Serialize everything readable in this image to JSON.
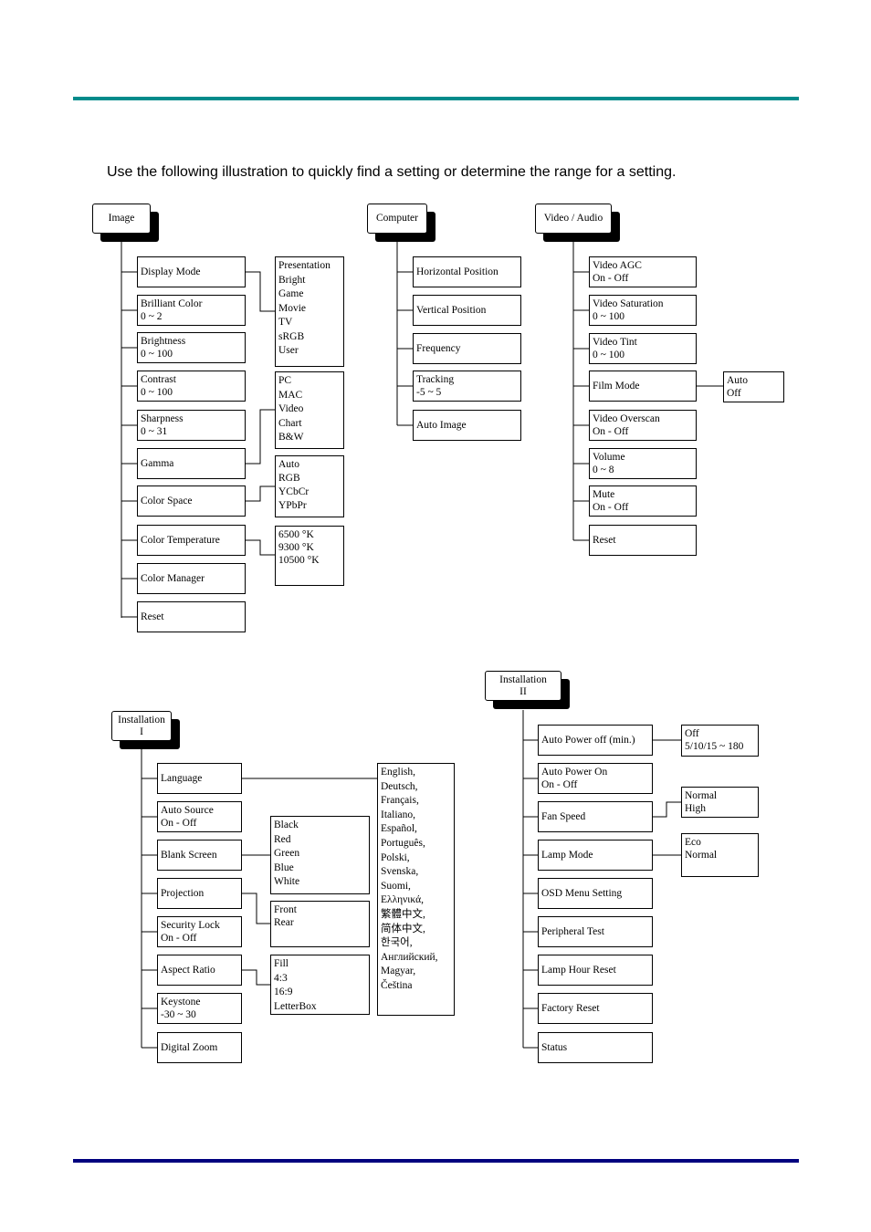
{
  "intro": "Use the following illustration to quickly find a setting or determine the range for a setting.",
  "colors": {
    "top_rule": "#008b8b",
    "bottom_rule": "#00007f"
  },
  "image": {
    "header": "Image",
    "items": [
      {
        "label": "Display Mode"
      },
      {
        "label": "Brilliant Color",
        "value": "0 ~ 2"
      },
      {
        "label": "Brightness",
        "value": "0 ~ 100"
      },
      {
        "label": "Contrast",
        "value": "0 ~ 100"
      },
      {
        "label": "Sharpness",
        "value": "0 ~ 31"
      },
      {
        "label": "Gamma"
      },
      {
        "label": "Color Space"
      },
      {
        "label": "Color Temperature"
      },
      {
        "label": "Color Manager"
      },
      {
        "label": "Reset"
      }
    ],
    "display_mode_options": [
      "Presentation",
      "Bright",
      "Game",
      "Movie",
      "TV",
      "sRGB",
      "User"
    ],
    "gamma_options": [
      "PC",
      "MAC",
      "Video",
      "Chart",
      "B&W"
    ],
    "color_space_options": [
      "Auto",
      "RGB",
      "YCbCr",
      "YPbPr"
    ],
    "color_temperature_options": [
      "6500 °K",
      "9300 °K",
      "10500 °K"
    ]
  },
  "computer": {
    "header": "Computer",
    "items": [
      {
        "label": "Horizontal Position"
      },
      {
        "label": "Vertical Position"
      },
      {
        "label": "Frequency"
      },
      {
        "label": "Tracking",
        "value": "-5 ~ 5"
      },
      {
        "label": "Auto Image"
      }
    ]
  },
  "video_audio": {
    "header": "Video / Audio",
    "items": [
      {
        "label": "Video AGC",
        "value": "On - Off"
      },
      {
        "label": "Video Saturation",
        "value": "0 ~ 100"
      },
      {
        "label": "Video Tint",
        "value": "0 ~ 100"
      },
      {
        "label": "Film Mode"
      },
      {
        "label": "Video Overscan",
        "value": "On - Off"
      },
      {
        "label": "Volume",
        "value": "0 ~ 8"
      },
      {
        "label": "Mute",
        "value": "On - Off"
      },
      {
        "label": "Reset"
      }
    ],
    "film_mode_options": [
      "Auto",
      "Off"
    ]
  },
  "installation1": {
    "header": [
      "Installation",
      "I"
    ],
    "items": [
      {
        "label": "Language"
      },
      {
        "label": "Auto Source",
        "value": "On - Off"
      },
      {
        "label": "Blank Screen"
      },
      {
        "label": "Projection"
      },
      {
        "label": "Security Lock",
        "value": "On - Off"
      },
      {
        "label": "Aspect Ratio"
      },
      {
        "label": "Keystone",
        "value": "-30 ~ 30"
      },
      {
        "label": "Digital Zoom"
      }
    ],
    "blank_screen_options": [
      "Black",
      "Red",
      "Green",
      "Blue",
      "White"
    ],
    "projection_options": [
      "Front",
      "Rear"
    ],
    "aspect_ratio_options": [
      "Fill",
      "4:3",
      "16:9",
      "LetterBox"
    ],
    "language_options": [
      "English,",
      "Deutsch,",
      "Français,",
      "Italiano,",
      "Español,",
      "Português,",
      "Polski,",
      "Svenska,",
      "Suomi,",
      "Ελληνικά,",
      "繁體中文,",
      "简体中文,",
      "한국어,",
      "Английский,",
      "Magyar,",
      "Čeština"
    ]
  },
  "installation2": {
    "header": [
      "Installation",
      "II"
    ],
    "items": [
      {
        "label": "Auto Power off (min.)"
      },
      {
        "label": "Auto Power On",
        "value": "On - Off"
      },
      {
        "label": "Fan Speed"
      },
      {
        "label": "Lamp Mode"
      },
      {
        "label": "OSD Menu Setting"
      },
      {
        "label": "Peripheral Test"
      },
      {
        "label": "Lamp Hour Reset"
      },
      {
        "label": "Factory Reset"
      },
      {
        "label": "Status"
      }
    ],
    "auto_power_off_options": [
      "Off",
      "5/10/15 ~ 180"
    ],
    "fan_speed_options": [
      "Normal",
      "High"
    ],
    "lamp_mode_options": [
      "Eco",
      "Normal"
    ]
  }
}
